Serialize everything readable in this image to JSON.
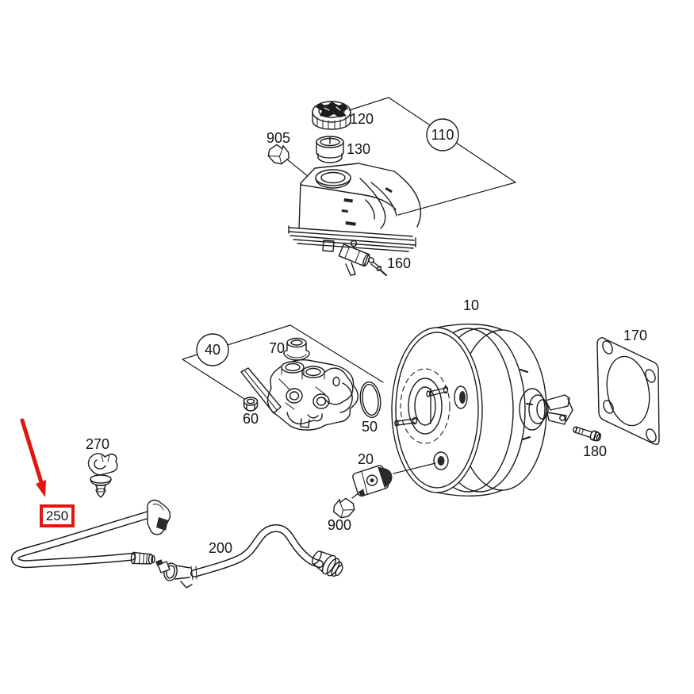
{
  "figure": {
    "type": "exploded-parts-diagram",
    "subject": "brake booster, master cylinder and reservoir assembly",
    "background_color": "#ffffff",
    "line_color": "#1c1c1c",
    "highlight_color": "#e3150f"
  },
  "labels": {
    "cap": "120",
    "reservoir_assembly": "110",
    "seal_ring": "130",
    "marker_905": "905",
    "pin": "160",
    "brake_booster": "10",
    "gasket": "170",
    "bolt": "180",
    "master_cylinder_assembly": "40",
    "grommet": "70",
    "nut": "60",
    "o_ring": "50",
    "sensor": "20",
    "marker_900": "900",
    "clip": "270",
    "hose_highlighted": "250",
    "vacuum_line": "200"
  },
  "highlight": {
    "boxed_label": "250",
    "arrow": "red arrow pointing to boxed label 250"
  }
}
